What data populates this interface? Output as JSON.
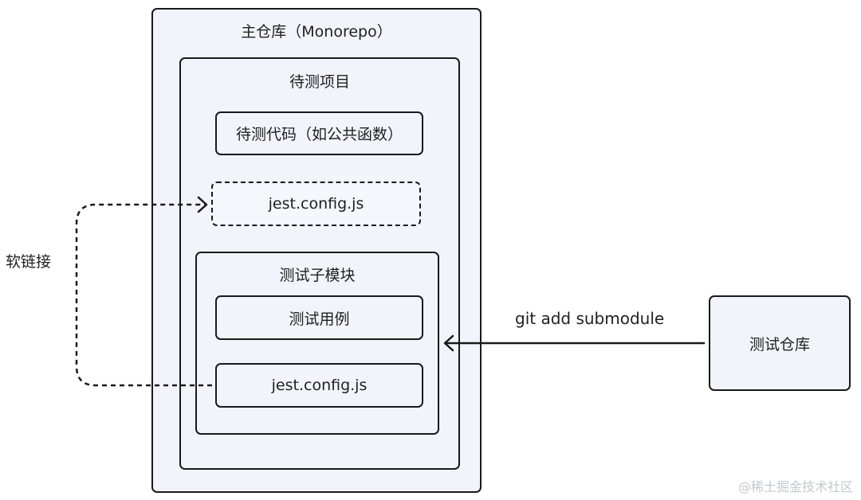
{
  "diagram": {
    "main_repo": {
      "title": "主仓库（Monorepo）"
    },
    "project": {
      "title": "待测项目"
    },
    "code_box": {
      "label": "待测代码（如公共函数）"
    },
    "symlink_config": {
      "label": "jest.config.js"
    },
    "submodule": {
      "title": "测试子模块"
    },
    "test_cases": {
      "label": "测试用例"
    },
    "submodule_config": {
      "label": "jest.config.js"
    },
    "test_repo": {
      "label": "测试仓库"
    },
    "edge_symlink": {
      "label": "软链接"
    },
    "edge_submodule": {
      "label": "git add submodule"
    }
  },
  "watermark": "@稀土掘金技术社区"
}
